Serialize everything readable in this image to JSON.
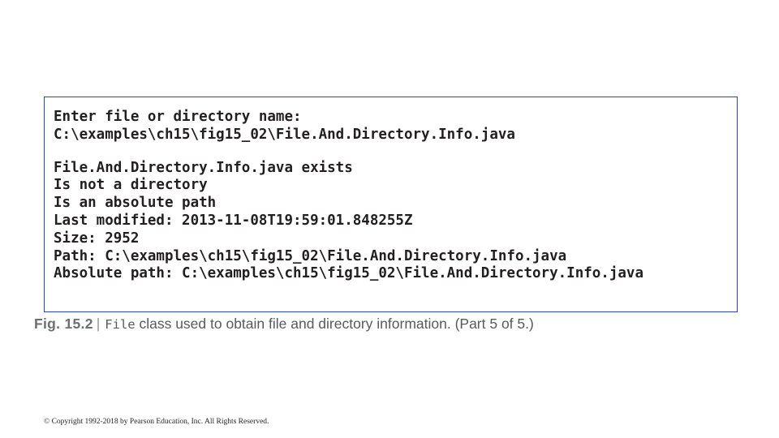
{
  "slide": {
    "output_box": {
      "lines": [
        {
          "text": "Enter file or directory name:",
          "bold": true
        },
        {
          "text": "C:\\examples\\ch15\\fig15_02\\File.And.Directory.Info.java",
          "bold": true
        },
        {
          "text": "",
          "bold": false
        },
        {
          "text": "File.And.Directory.Info.java exists",
          "bold": true
        },
        {
          "text": "Is not a directory",
          "bold": true
        },
        {
          "text": "Is an absolute path",
          "bold": true
        },
        {
          "text": "Last modified: 2013-11-08T19:59:01.848255Z",
          "bold": true
        },
        {
          "text": "Size: 2952",
          "bold": true
        },
        {
          "text": "Path: C:\\examples\\ch15\\fig15_02\\File.And.Directory.Info.java",
          "bold": true
        },
        {
          "text": "Absolute path: C:\\examples\\ch15\\fig15_02\\File.And.Directory.Info.java",
          "bold": true
        }
      ]
    },
    "caption": {
      "figure_number": "Fig. 15.2",
      "separator": "|",
      "class_name": "File",
      "text": " class used to obtain file and directory information. (Part 5 of 5.)"
    },
    "copyright": "© Copyright 1992-2018 by Pearson Education, Inc. All Rights Reserved."
  },
  "colors": {
    "border": "#2b4a9b",
    "code_text": "#231f20",
    "caption_text": "#58595b",
    "figure_number": "#6d6e71"
  }
}
